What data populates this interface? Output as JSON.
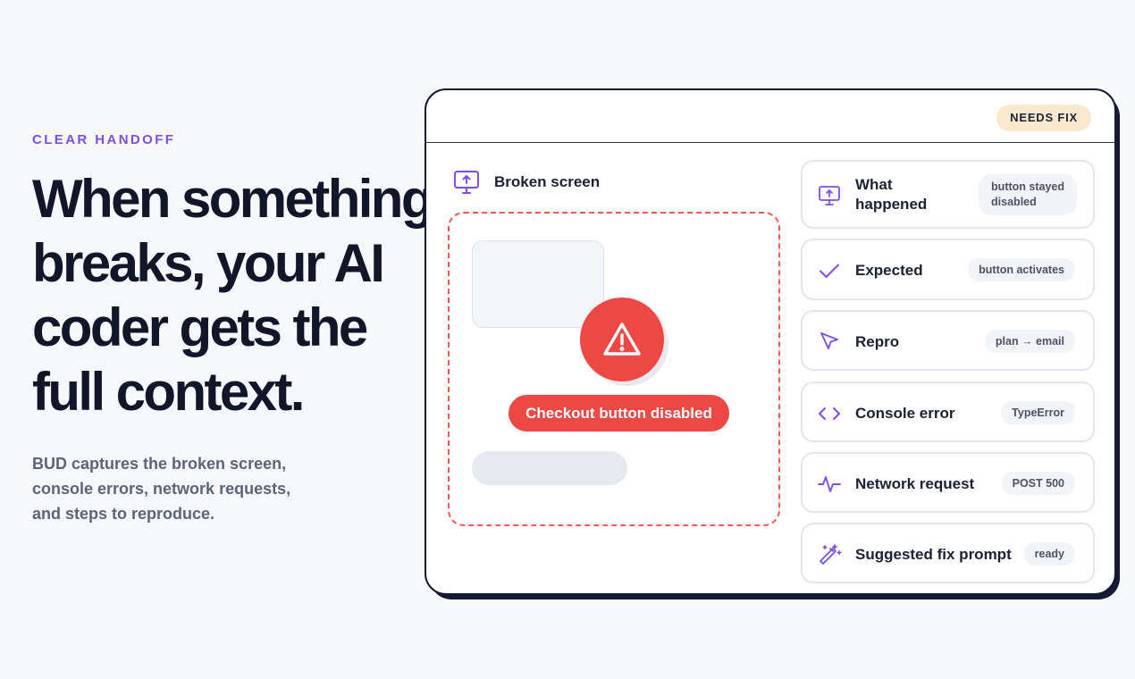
{
  "hero": {
    "eyebrow": "CLEAR HANDOFF",
    "headline_lines": [
      "When something",
      "breaks, your AI",
      "coder gets the",
      "full context."
    ],
    "description_lines": [
      "BUD captures the broken screen,",
      "console errors, network requests,",
      "and steps to reproduce."
    ]
  },
  "card": {
    "status_badge": "NEEDS FIX",
    "screen_title": "Broken screen",
    "screen_icon": "monitor-upload-icon",
    "alert_icon": "warning-triangle-icon",
    "error_pill": "Checkout button disabled",
    "items": [
      {
        "label_lines": [
          "What",
          "happened"
        ],
        "value_lines": [
          "button stayed",
          "disabled"
        ],
        "icon": "monitor-upload-icon"
      },
      {
        "label": "Expected",
        "value": "button activates",
        "icon": "check-icon"
      },
      {
        "label": "Repro",
        "value": "plan → email",
        "icon": "cursor-pointer-icon"
      },
      {
        "label": "Console error",
        "value": "TypeError",
        "icon": "code-brackets-icon"
      },
      {
        "label": "Network request",
        "value": "POST 500",
        "icon": "activity-pulse-icon"
      },
      {
        "label": "Suggested fix prompt",
        "value": "ready",
        "icon": "magic-wand-icon"
      }
    ]
  },
  "colors": {
    "accent": "#7c4ee4",
    "error": "#ee4845",
    "badge_bg": "#fbe9cf",
    "text_dark": "#121629",
    "text_muted": "#5c6478"
  }
}
